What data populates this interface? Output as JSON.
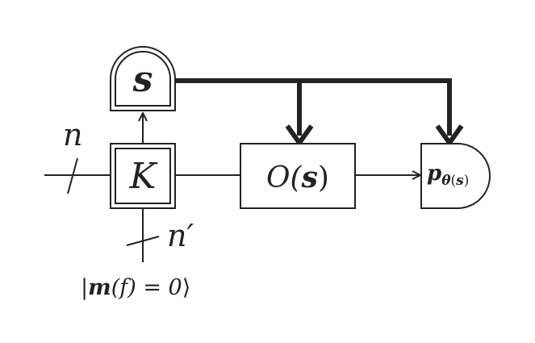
{
  "diagram": {
    "measure_box": {
      "symbol": "s"
    },
    "k_box": {
      "symbol": "K"
    },
    "o_box": {
      "text_O": "O(",
      "symbol": "s",
      "close": ")"
    },
    "detector": {
      "p": "p",
      "theta": "θ",
      "open": "(",
      "s": "s",
      "close": ")"
    },
    "wire_labels": {
      "n": "n",
      "n_prime": "n′"
    },
    "input_state": {
      "open": "|",
      "m": "m",
      "args": "(f) = 0",
      "close": "⟩"
    }
  },
  "colors": {
    "stroke": "#222222",
    "background": "#ffffff"
  }
}
